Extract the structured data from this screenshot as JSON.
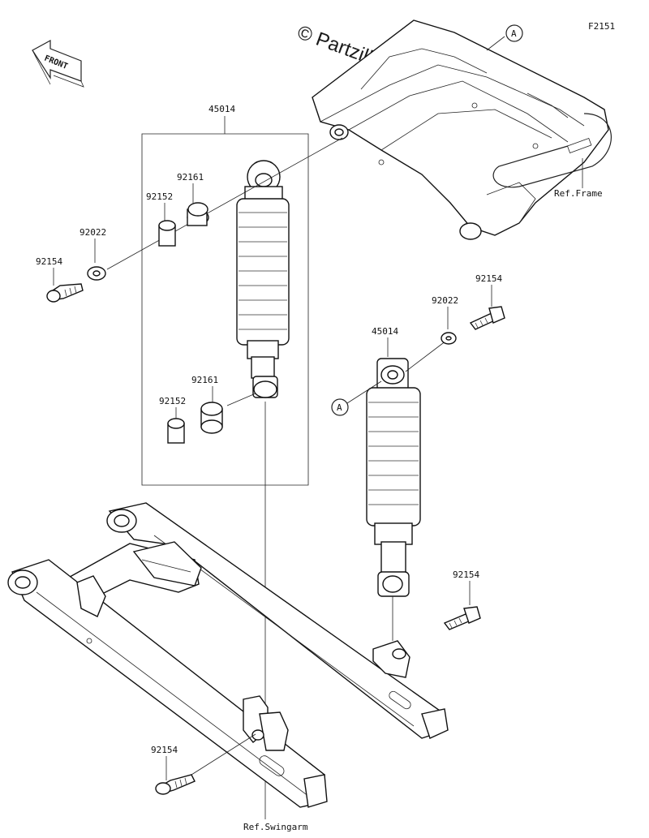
{
  "figure_code": "F2151",
  "watermark": "© Partzilla.com",
  "front_label": "FRONT",
  "ref_labels": {
    "frame": "Ref.Frame",
    "swingarm": "Ref.Swingarm"
  },
  "callouts": {
    "a": "A"
  },
  "parts": {
    "shock_left": "45014",
    "shock_right": "45014",
    "collar_upper": "92161",
    "collar_lower": "92161",
    "bushing_upper": "92152",
    "bushing_lower": "92152",
    "washer_left": "92022",
    "washer_right": "92022",
    "bolt_upper_left": "92154",
    "bolt_upper_right": "92154",
    "bolt_lower_right": "92154",
    "bolt_lower_left": "92154"
  }
}
